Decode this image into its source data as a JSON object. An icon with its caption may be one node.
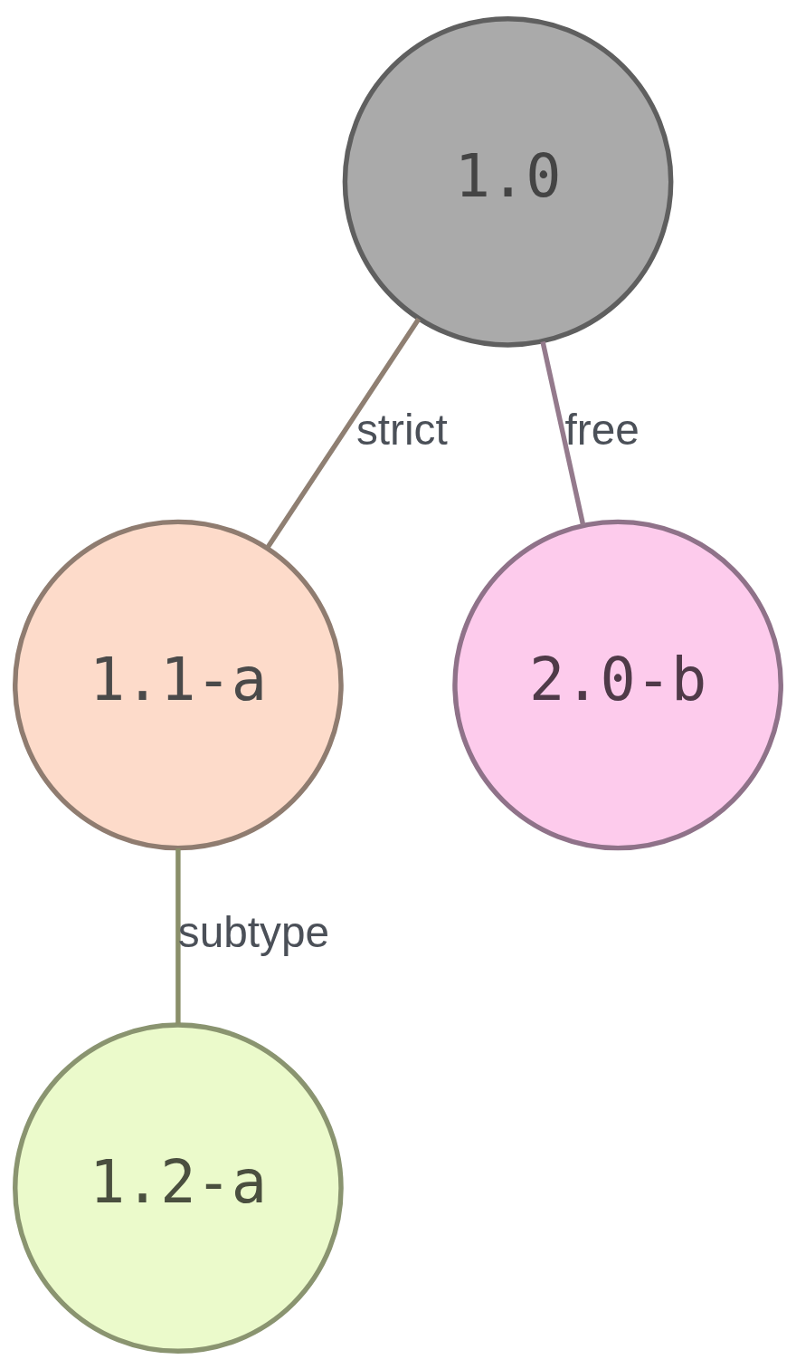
{
  "diagram": {
    "nodes": [
      {
        "text": [
          "1.0"
        ]
      },
      {
        "text": [
          "1.1-a"
        ]
      },
      {
        "text": [
          "2.0-b"
        ]
      },
      {
        "text": [
          "1.2-a"
        ]
      }
    ],
    "edges": [
      {
        "from": 0,
        "to": 1,
        "arrow": "none",
        "label": "strict",
        "color": "#8f7f72"
      },
      {
        "from": 0,
        "to": 2,
        "arrow": "none",
        "label": "free",
        "color": "#947a8c"
      },
      {
        "from": 1,
        "to": 3,
        "arrow": "none",
        "label": "subtype",
        "color": "#8a8f6a"
      }
    ]
  }
}
